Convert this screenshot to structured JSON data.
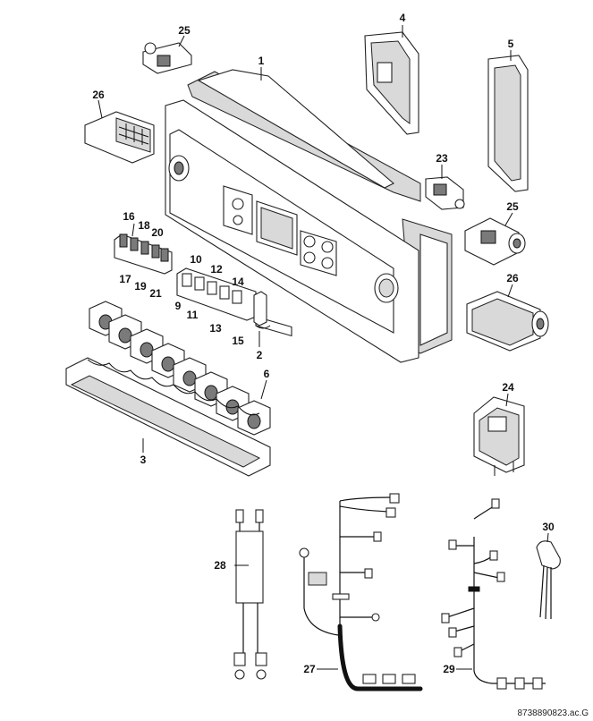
{
  "diagram": {
    "reference_code": "8738890823.ac.G",
    "callouts": {
      "p1": "1",
      "p2": "2",
      "p3": "3",
      "p4": "4",
      "p5": "5",
      "p6": "6",
      "p9": "9",
      "p10": "10",
      "p11": "11",
      "p12": "12",
      "p13": "13",
      "p14": "14",
      "p15": "15",
      "p16": "16",
      "p17": "17",
      "p18": "18",
      "p19": "19",
      "p20": "20",
      "p21": "21",
      "p23": "23",
      "p24": "24",
      "p25a": "25",
      "p25b": "25",
      "p26a": "26",
      "p26b": "26",
      "p27": "27",
      "p28": "28",
      "p29": "29",
      "p30": "30"
    }
  }
}
